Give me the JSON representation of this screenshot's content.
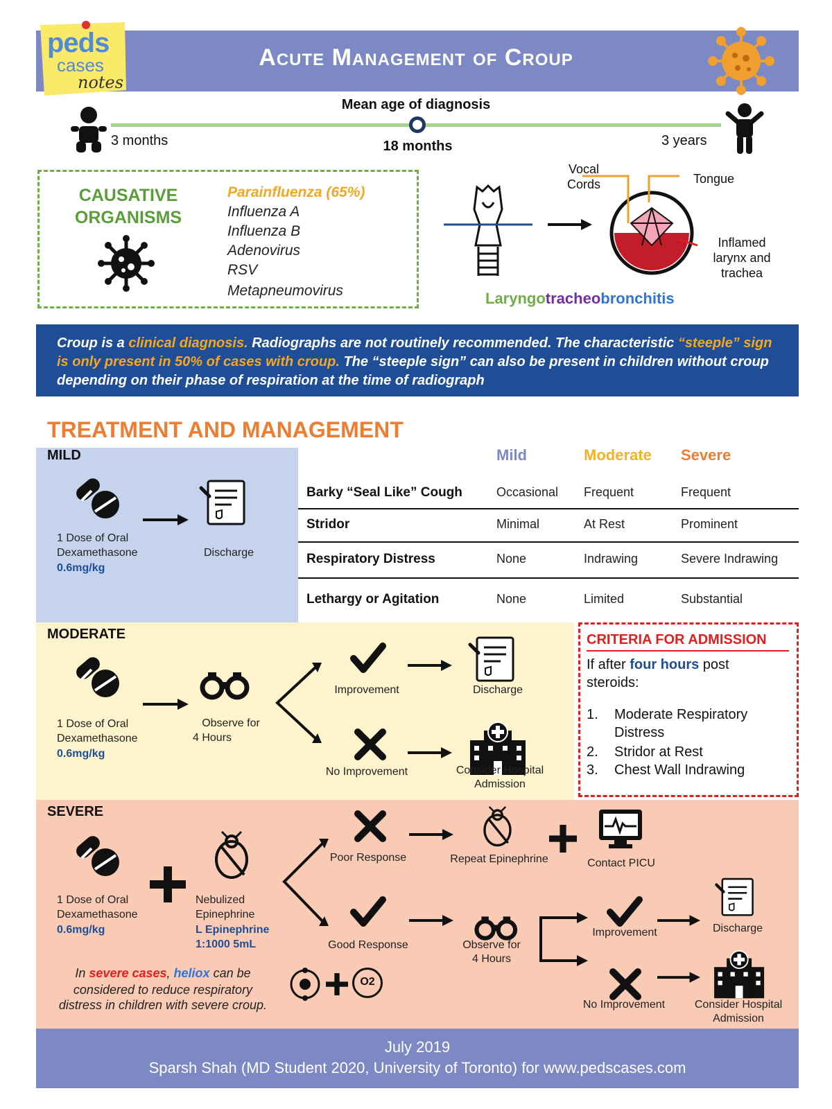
{
  "header": {
    "logo": {
      "line1": "peds",
      "line2": "cases",
      "line3": "notes",
      "colors": [
        "#4472c4",
        "#f5c542"
      ]
    },
    "title": "Acute Management of Croup"
  },
  "timeline": {
    "heading": "Mean age of diagnosis",
    "start_label": "3 months",
    "mid_label": "18 months",
    "end_label": "3 years"
  },
  "organisms": {
    "heading_line1": "CAUSATIVE",
    "heading_line2": "ORGANISMS",
    "items": [
      "Parainfluenza (65%)",
      "Influenza A",
      "Influenza B",
      "Adenovirus",
      "RSV",
      "Metapneumovirus"
    ],
    "icon": "virus-icon"
  },
  "anatomy": {
    "vocal_cords_line1": "Vocal",
    "vocal_cords_line2": "Cords",
    "tongue": "Tongue",
    "inflamed_line1": "Inflamed",
    "inflamed_line2": "larynx and",
    "inflamed_line3": "trachea",
    "term_part1": "Laryngo",
    "term_part2": "tracheo",
    "term_part3": "bronchitis"
  },
  "diagnosis_banner": {
    "s1": "Croup is a ",
    "s2": "clinical diagnosis.",
    "s3": " Radiographs are not routinely recommended. The characteristic ",
    "s4": "“steeple” sign is only present in 50% of cases with croup.",
    "s5": " The “steeple sign” can also be present in children without croup depending on their phase of respiration at the time of radiograph"
  },
  "treatment": {
    "title": "TREATMENT AND MANAGEMENT",
    "mild": {
      "label": "MILD",
      "drug_line1": "1 Dose of Oral",
      "drug_line2": "Dexamethasone",
      "dose": "0.6mg/kg",
      "outcome": "Discharge"
    },
    "moderate": {
      "label": "MODERATE",
      "drug_line1": "1 Dose of Oral",
      "drug_line2": "Dexamethasone",
      "dose": "0.6mg/kg",
      "observe_line1": "Observe for",
      "observe_line2": "4 Hours",
      "improvement": "Improvement",
      "no_improvement": "No Improvement",
      "discharge": "Discharge",
      "admit_line1": "Consider Hospital",
      "admit_line2": "Admission"
    },
    "severe": {
      "label": "SEVERE",
      "drug_line1": "1 Dose of Oral",
      "drug_line2": "Dexamethasone",
      "dose": "0.6mg/kg",
      "neb_line1": "Nebulized",
      "neb_line2": "Epinephrine",
      "neb_line3": "L Epinephrine",
      "neb_line4": "1:1000 5mL",
      "poor_response": "Poor Response",
      "repeat_epi": "Repeat Epinephrine",
      "contact_picu": "Contact PICU",
      "good_response": "Good Response",
      "observe_line1": "Observe for",
      "observe_line2": "4 Hours",
      "improvement": "Improvement",
      "no_improvement": "No Improvement",
      "discharge": "Discharge",
      "admit_line1": "Consider Hospital",
      "admit_line2": "Admission",
      "heliox_p1": "In ",
      "heliox_p2": "severe cases",
      "heliox_p3": ", ",
      "heliox_p4": "heliox",
      "heliox_p5": " can be",
      "heliox_line2": "considered to reduce respiratory",
      "heliox_line3": "distress in children with severe croup.",
      "oxygen_label": "O2"
    }
  },
  "severity_table": {
    "headers": [
      "Mild",
      "Moderate",
      "Severe"
    ],
    "header_colors": [
      "#7d89c4",
      "#f5b324",
      "#ed7d31"
    ],
    "rows": [
      {
        "label": "Barky “Seal Like” Cough",
        "values": [
          "Occasional",
          "Frequent",
          "Frequent"
        ]
      },
      {
        "label": "Stridor",
        "values": [
          "Minimal",
          "At Rest",
          "Prominent"
        ]
      },
      {
        "label": "Respiratory Distress",
        "values": [
          "None",
          "Indrawing",
          "Severe Indrawing"
        ]
      },
      {
        "label": "Lethargy or Agitation",
        "values": [
          "None",
          "Limited",
          "Substantial"
        ]
      }
    ]
  },
  "admission": {
    "title": "CRITERIA FOR ADMISSION",
    "intro_p1": "If after ",
    "intro_p2": "four hours",
    "intro_p3": " post",
    "intro_line2": "steroids:",
    "items": [
      {
        "num": "1.",
        "line1": "Moderate Respiratory",
        "line2": "Distress"
      },
      {
        "num": "2.",
        "line1": "Stridor at Rest",
        "line2": ""
      },
      {
        "num": "3.",
        "line1": "Chest Wall Indrawing",
        "line2": ""
      }
    ]
  },
  "footer": {
    "date": "July 2019",
    "credit": "Sparsh Shah (MD Student 2020, University of Toronto) for www.pedscases.com"
  }
}
